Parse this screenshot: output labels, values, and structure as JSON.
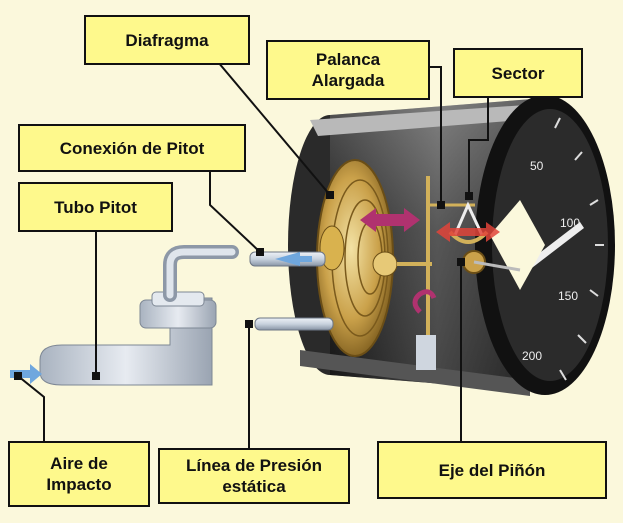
{
  "labels": {
    "diafragma": "Diafragma",
    "palanca_1": "Palanca",
    "palanca_2": "Alargada",
    "sector": "Sector",
    "conexion_pitot": "Conexión de Pitot",
    "tubo_pitot": "Tubo Pitot",
    "aire_1": "Aire de",
    "aire_2": "Impacto",
    "linea_1": "Línea de Presión",
    "linea_2": "estática",
    "eje_pinon": "Eje del Piñón"
  },
  "dial": {
    "ticks": [
      "50",
      "100",
      "150",
      "200"
    ]
  },
  "colors": {
    "background": "#fbf8dc",
    "label_fill": "#fef98c",
    "diaphragm": "#c9a24a",
    "arrow_magenta": "#b0326f",
    "arrow_red": "#e0443a",
    "pitot_tube": "#c8d2de",
    "air_arrow": "#6fa7de"
  }
}
